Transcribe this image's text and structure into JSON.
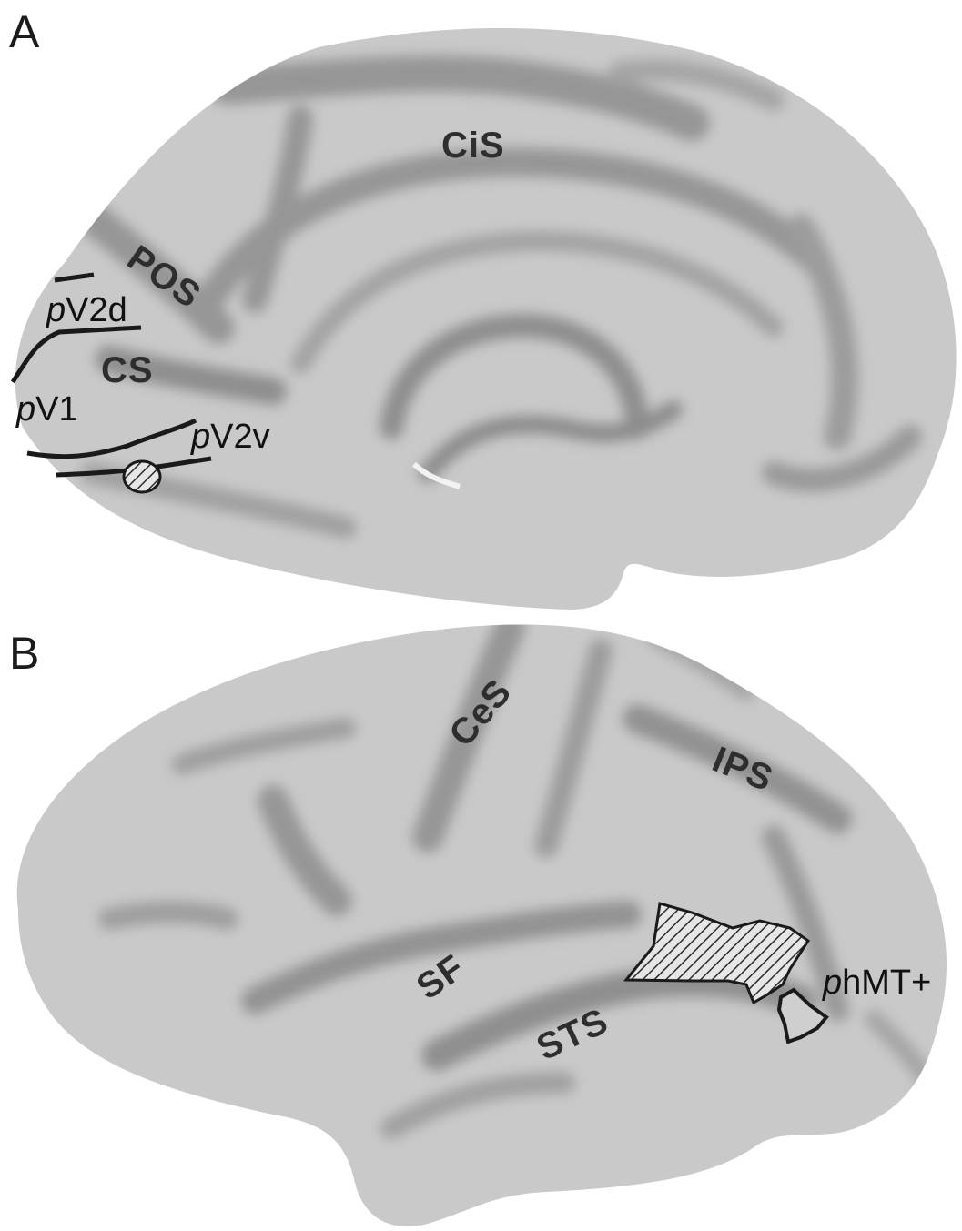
{
  "panels": {
    "a": {
      "letter": "A",
      "view": "medial",
      "sulci": {
        "cis": "CiS",
        "pos": "POS",
        "cs": "CS"
      },
      "rois": {
        "pv2d": {
          "prefix": "p",
          "name": "V2d"
        },
        "pv1": {
          "prefix": "p",
          "name": "V1"
        },
        "pv2v": {
          "prefix": "p",
          "name": "V2v"
        }
      }
    },
    "b": {
      "letter": "B",
      "view": "lateral",
      "sulci": {
        "ces": "CeS",
        "ips": "IPS",
        "sf": "SF",
        "sts": "STS"
      },
      "rois": {
        "phmt": {
          "prefix": "p",
          "name": "hMT+"
        }
      }
    }
  },
  "colors": {
    "background": "#ffffff",
    "gyri": "#c9c9c9",
    "sulci": "#969696",
    "outline": "#1a1a1a",
    "label": "#2e2e2e"
  }
}
